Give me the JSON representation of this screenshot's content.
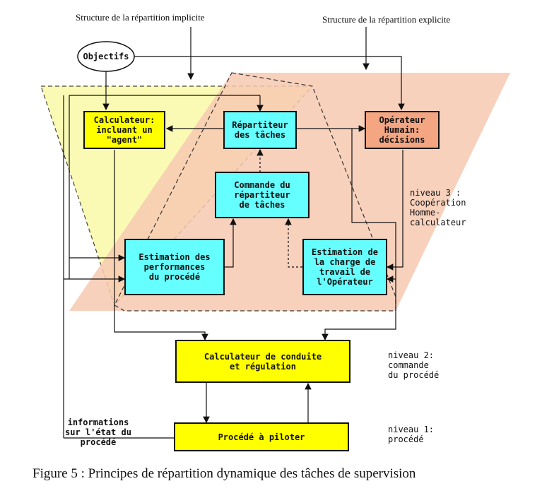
{
  "header": {
    "implicit_structure": "Structure de la répartition implicite",
    "explicit_structure": "Structure de la répartition explicite"
  },
  "nodes": {
    "objectifs": "Objectifs",
    "calculateur_agent": "Calculateur:\nincluant un\n\"agent\"",
    "repartiteur": "Répartiteur\ndes tâches",
    "operateur": "Opérateur\nHumain:\ndécisions",
    "commande_repartiteur": "Commande du\nrépartiteur\nde tâches",
    "estimation_performances": "Estimation des\nperformances\ndu procédé",
    "estimation_charge": "Estimation de\nla charge de\ntravail de\nl'Opérateur",
    "calculateur_conduite": "Calculateur de conduite\net régulation",
    "procede": "Procédé à piloter"
  },
  "levels": {
    "niveau3": "niveau 3 :\nCoopération\nHomme-\ncalculateur",
    "niveau2": "niveau 2:\ncommande\ndu procédé",
    "niveau1": "niveau 1:\nprocédé"
  },
  "annotations": {
    "informations": "informations\nsur l'état du\nprocédé"
  },
  "caption": "Figure 5 : Principes de répartition dynamique des tâches de supervision",
  "colors": {
    "implicit_region": "#fafab4",
    "explicit_region": "#f7c9b1",
    "yellow_box": "#ffff00",
    "cyan_box": "#66ffff",
    "orange_box": "#f4a582"
  }
}
